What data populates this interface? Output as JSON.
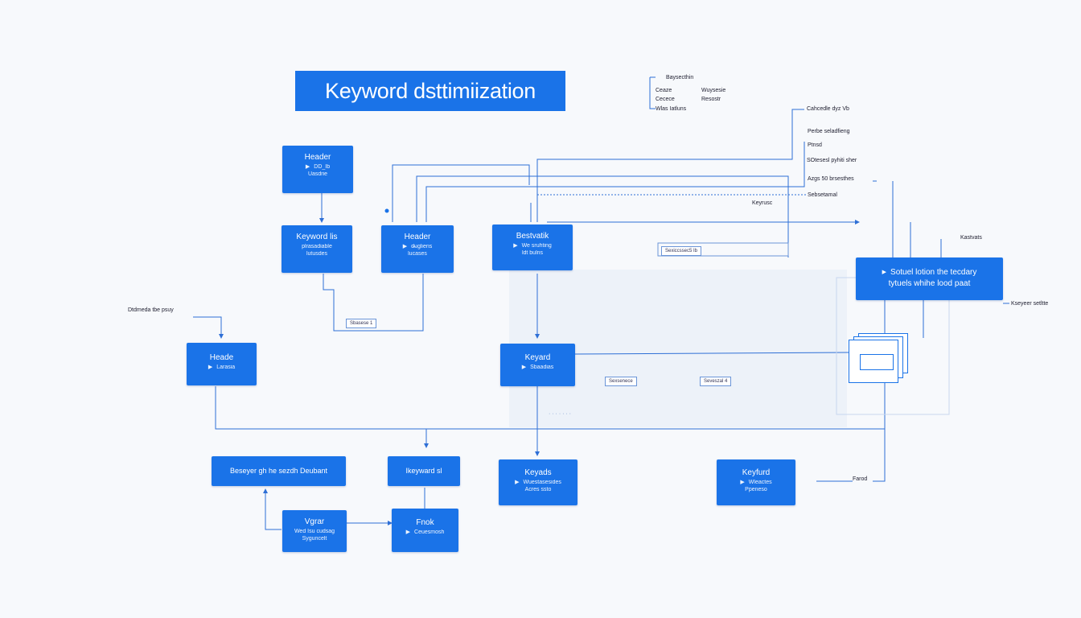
{
  "title": "Keyword dsttimiization",
  "nodes": {
    "header1": {
      "title": "Header",
      "sub1": "DD_Ib",
      "sub2": "Uasdrie"
    },
    "kwlist": {
      "title": "Keyword lis",
      "sub1": "plrasadiable",
      "sub2": "lutusdes"
    },
    "header2": {
      "title": "Header",
      "sub1": "d̶ugliens",
      "sub2": "lucases"
    },
    "bestvatik": {
      "title": "Bestvatik",
      "sub1": "We sruhting",
      "sub2": "ldt bulns"
    },
    "heade": {
      "title": "Heade",
      "sub1": "Larasia"
    },
    "keyard": {
      "title": "Keyard",
      "sub1": "Sbaadias"
    },
    "solution": {
      "title": "Sotuel lotion the tecdary",
      "sub1": "tytuels whihe lood paat"
    },
    "beseyer": {
      "title": "Beseyer gh he sezdh Deubant"
    },
    "kwsi": {
      "title": "Ikeyward sl"
    },
    "keyads": {
      "title": "Keyads",
      "sub1": "Wuestasesides",
      "sub2": "Acres ssto"
    },
    "keyfurd": {
      "title": "Keyfurd",
      "sub1": "Wleactes",
      "sub2": "Ppeneso"
    },
    "vgrar": {
      "title": "Vgrar",
      "sub1": "Wed Isu cudsag",
      "sub2": "Syguncelt"
    },
    "fnok": {
      "title": "Fnok",
      "sub1": "Ceuesmosh"
    }
  },
  "legend_top": {
    "l1": "Baysecthin",
    "l2": "Ceaze",
    "l3": "Cecece",
    "l4": "Wlas Iatluns",
    "r1": "Wuysesie",
    "r2": "Resostr"
  },
  "labels": {
    "r_a": "Cahcedle dyz Vb",
    "r_b": "Perbe seladfieng",
    "r_c": "Ptnsd",
    "r_d": "SOtesesl pyhiti sher",
    "r_e": "Azgs 50 brsesthes",
    "r_f": "Sebsetamal",
    "r_g": "Keyrusc",
    "r_h": "Kastvats",
    "r_i": "Kseyeer setltte",
    "r_j": "Farod",
    "l_a": "Dtdmeda tbe psuy"
  },
  "pills": {
    "p1": "Sexiccssec5 Ib",
    "p2": "Sbasese 1",
    "p3": "Sexsenece",
    "p4": "Seveszal 4",
    "p5": "· · · · · · ·"
  },
  "colors": {
    "node": "#1a73e8",
    "wire": "#2e6fd6",
    "background": "#f7f9fc"
  }
}
